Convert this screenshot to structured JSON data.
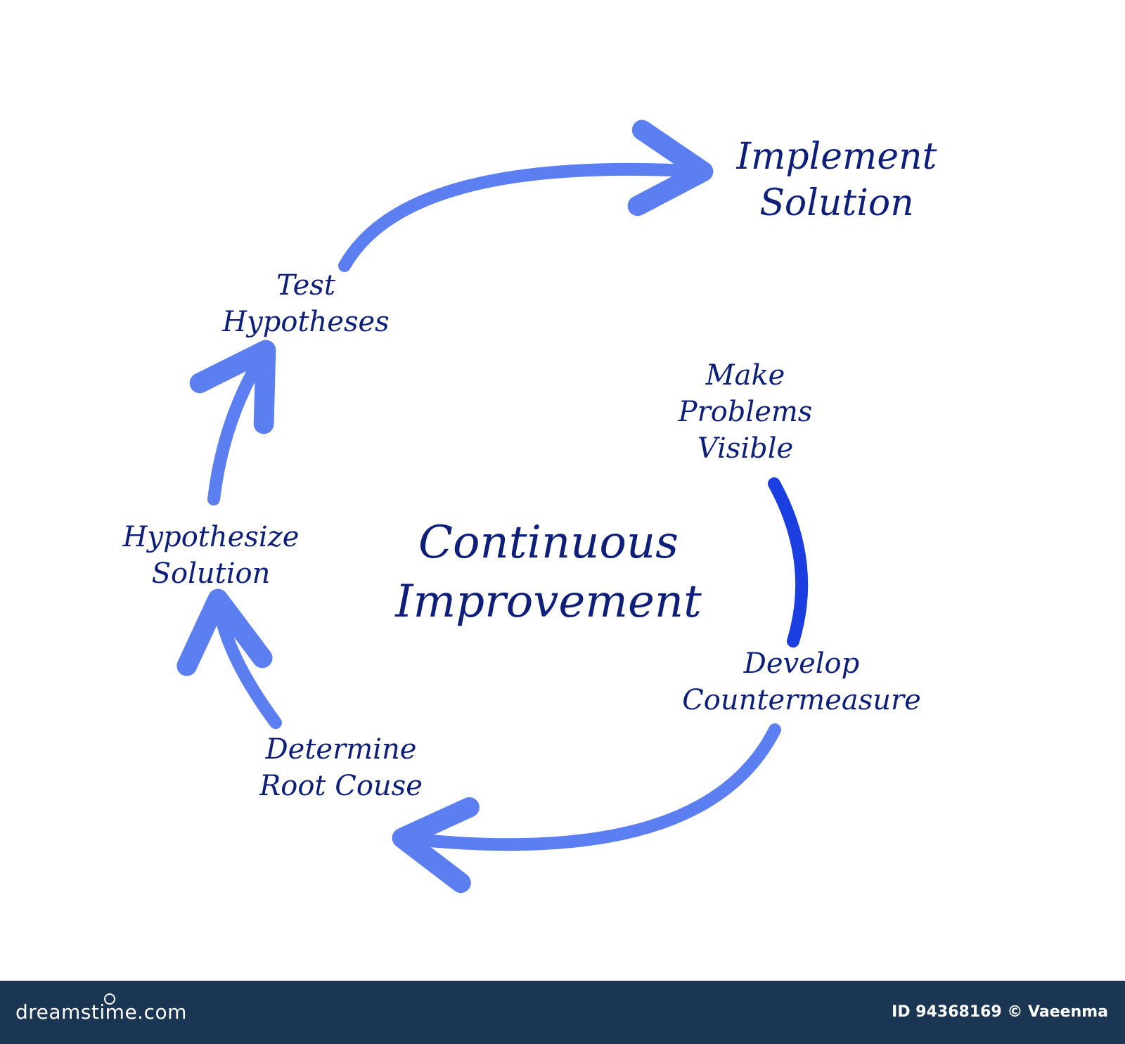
{
  "diagram": {
    "center_title": [
      "Continuous",
      "Improvement"
    ],
    "steps": [
      {
        "id": "make-problems-visible",
        "lines": [
          "Make",
          "Problems",
          "Visible"
        ]
      },
      {
        "id": "develop-countermeasure",
        "lines": [
          "Develop",
          "Countermeasure"
        ]
      },
      {
        "id": "determine-root-cause",
        "lines": [
          "Determine",
          "Root Couse"
        ]
      },
      {
        "id": "hypothesize-solution",
        "lines": [
          "Hypothesize",
          "Solution"
        ]
      },
      {
        "id": "test-hypotheses",
        "lines": [
          "Test",
          "Hypotheses"
        ]
      },
      {
        "id": "implement-solution",
        "lines": [
          "Implement",
          "Solution"
        ]
      }
    ],
    "colors": {
      "text": "#0e1f7a",
      "arrow": "#5b7ef0",
      "arrow_dark": "#1a3ee0",
      "footer": "#1b3652"
    }
  },
  "footer": {
    "brand": "dreamstime.com",
    "credit": "ID 94368169 © Vaeenma"
  }
}
